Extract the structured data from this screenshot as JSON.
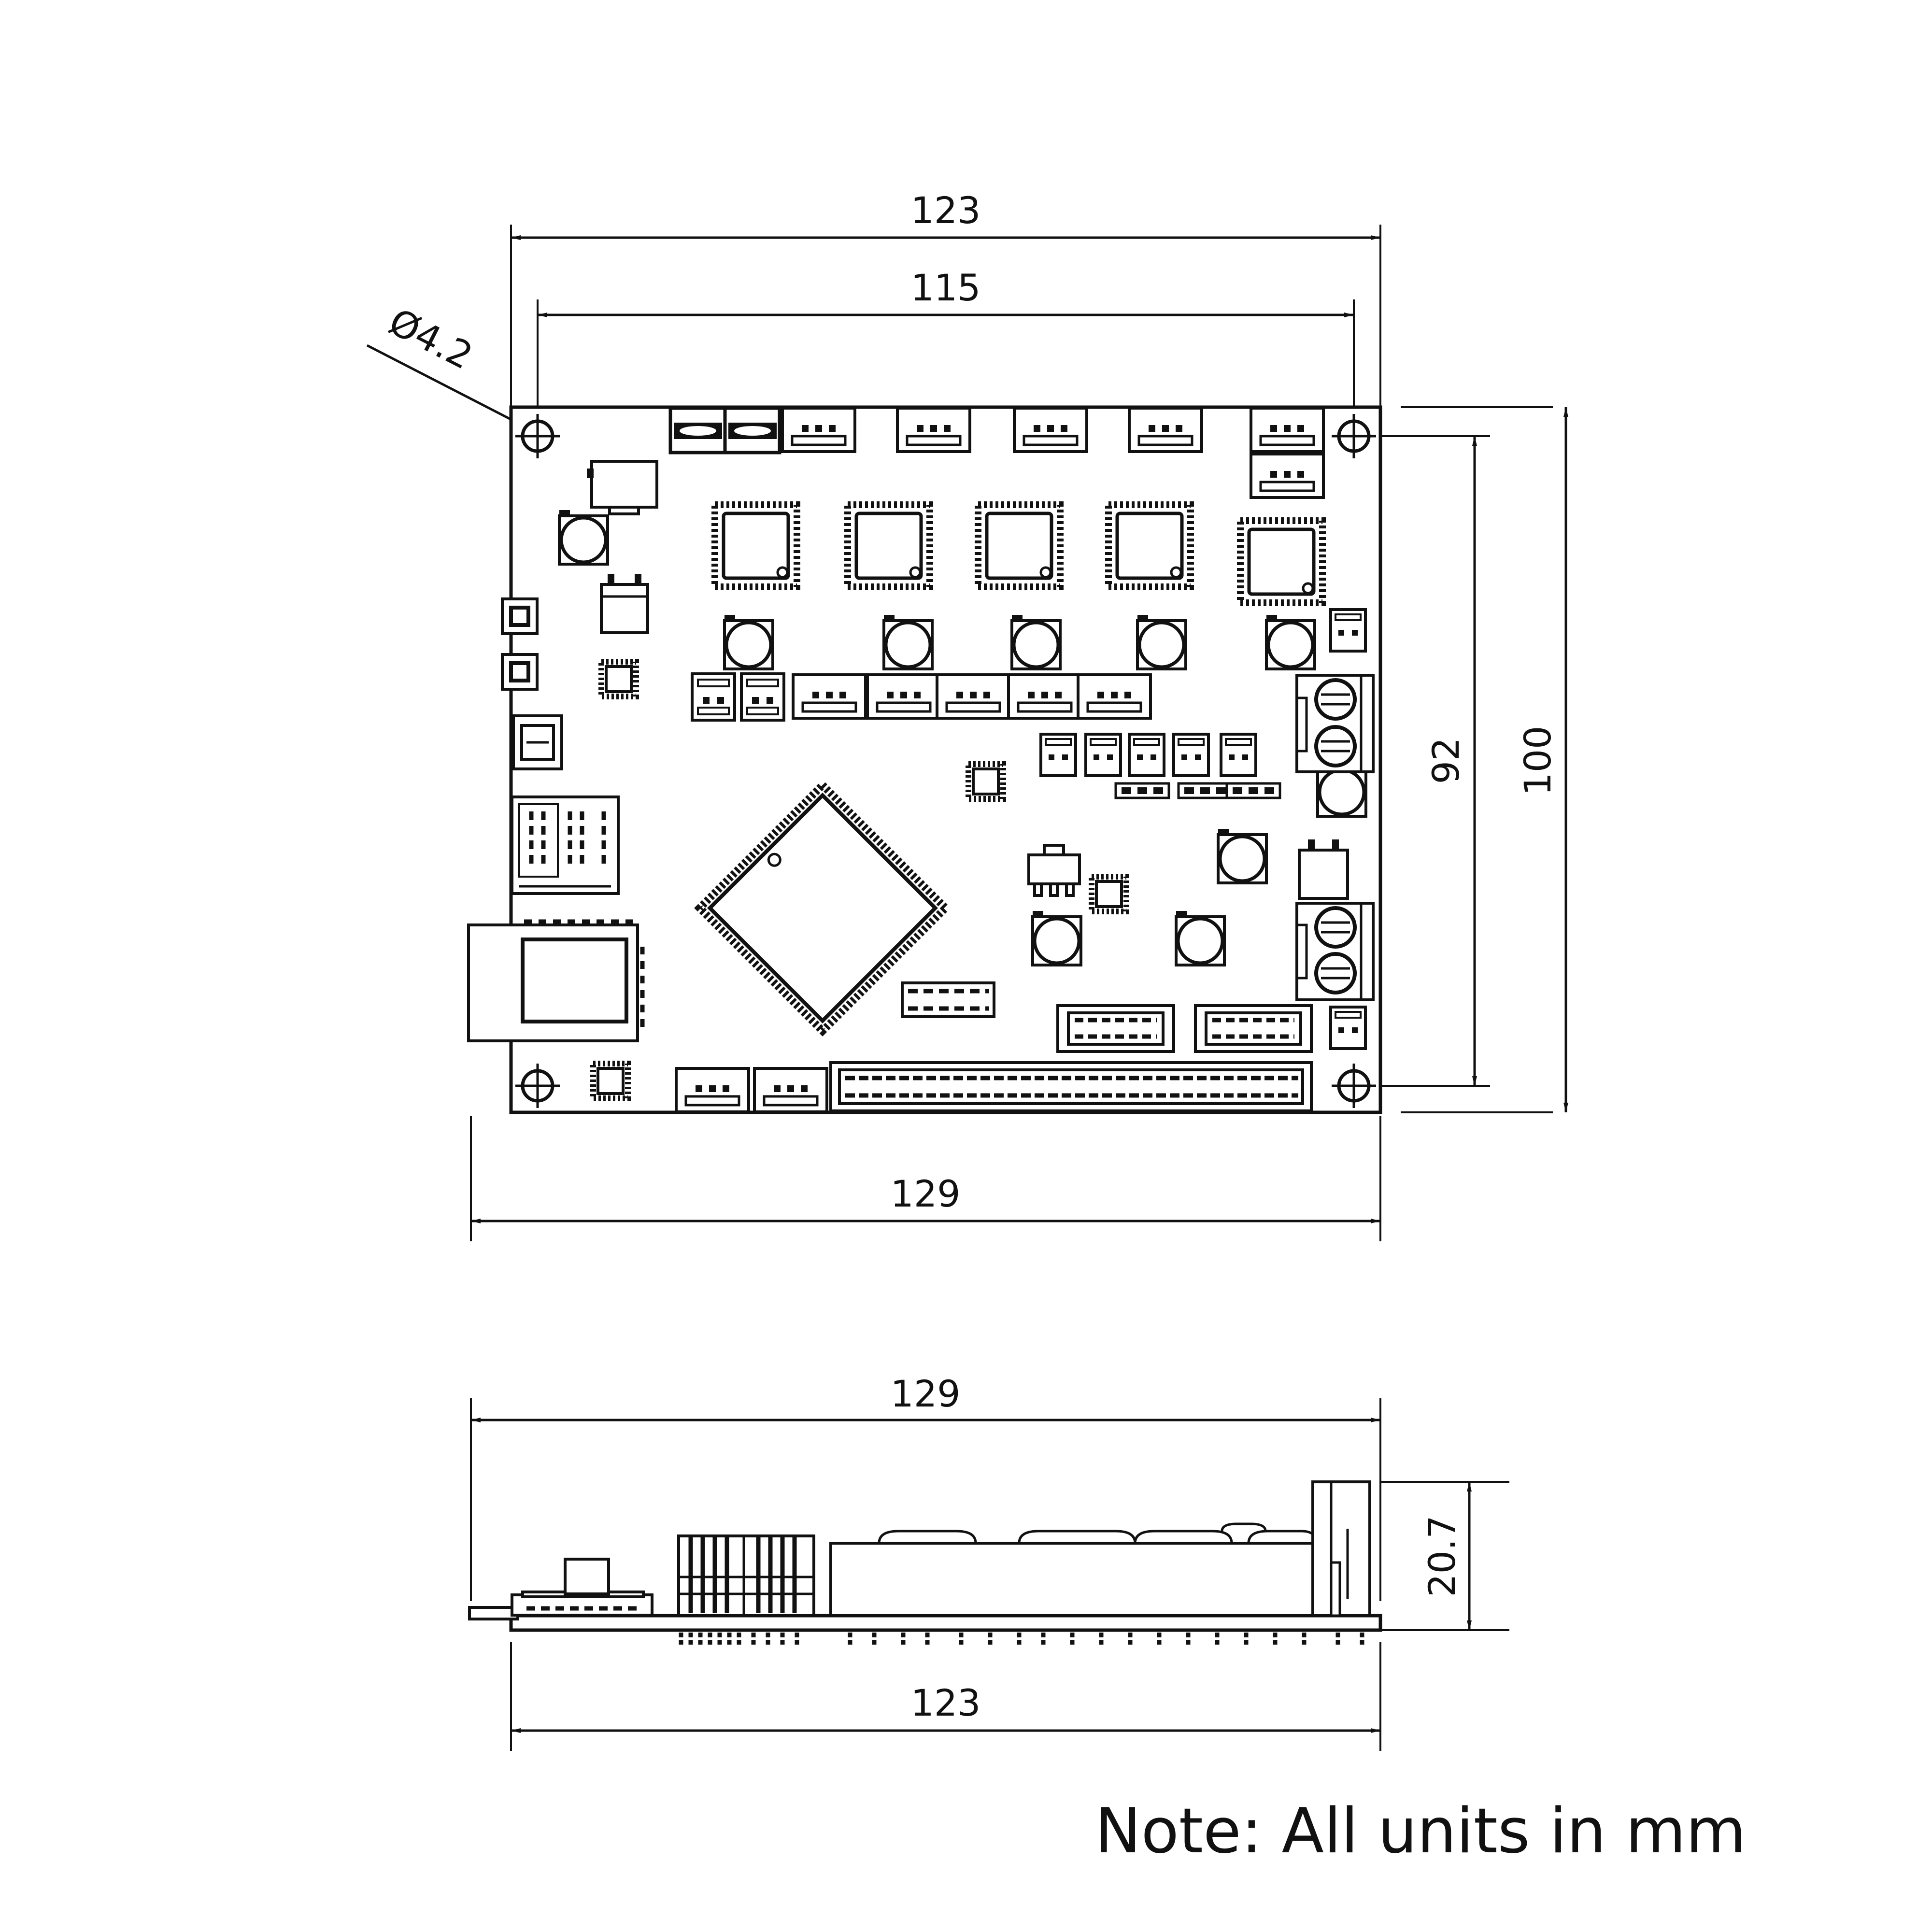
{
  "title": "",
  "units_note": "Note: All units in mm",
  "top_view": {
    "dimensions": {
      "overall_width": "123",
      "hole_spacing_x": "115",
      "hole_diameter": "Ø4.2",
      "width_incl_usb": "129",
      "hole_spacing_y": "92",
      "overall_height": "100"
    }
  },
  "side_view": {
    "dimensions": {
      "width_incl_usb": "129",
      "component_height": "20.7",
      "board_width": "123"
    }
  },
  "colors": {
    "line": "#111111",
    "background": "#ffffff"
  }
}
